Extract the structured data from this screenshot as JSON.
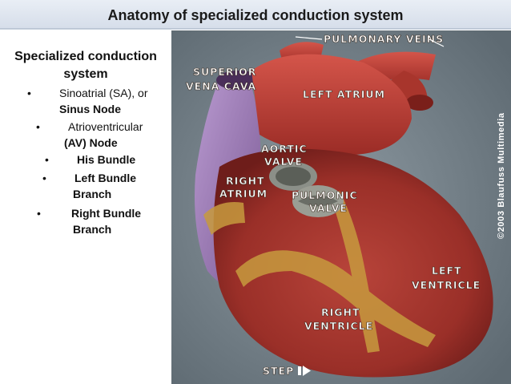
{
  "slide": {
    "title": "Anatomy of specialized conduction system"
  },
  "sidebar": {
    "heading_line1": "Specialized conduction",
    "heading_line2": "system",
    "bullet_char": "•",
    "items": [
      {
        "line1": "Sinoatrial (SA), or",
        "line2": "Sinus Node"
      },
      {
        "line1": "Atrioventricular",
        "line2": "(AV) Node"
      },
      {
        "line1": "His Bundle"
      },
      {
        "line1": "Left Bundle",
        "line2": "Branch"
      },
      {
        "line1": "Right Bundle",
        "line2": "Branch"
      }
    ]
  },
  "image": {
    "labels": {
      "pulmonary_veins": "PULMONARY VEINS",
      "superior_line1": "SUPERIOR",
      "superior_line2": "VENA CAVA",
      "left_atrium": "LEFT ATRIUM",
      "aortic_line1": "AORTIC",
      "aortic_line2": "VALVE",
      "right_atrium_line1": "RIGHT",
      "right_atrium_line2": "ATRIUM",
      "pulmonic_line1": "PULMONIC",
      "pulmonic_line2": "VALVE",
      "left_ventricle_line1": "LEFT",
      "left_ventricle_line2": "VENTRICLE",
      "right_ventricle_line1": "RIGHT",
      "right_ventricle_line2": "VENTRICLE",
      "step": "STEP"
    },
    "copyright": "©2003 Blaufuss Multimedia"
  }
}
